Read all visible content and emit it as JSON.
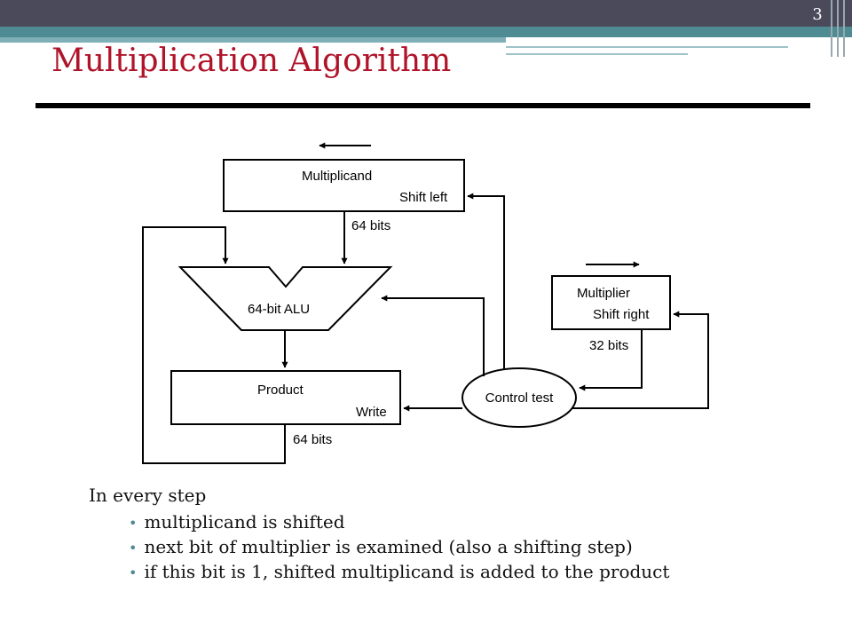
{
  "slide": {
    "number": "3",
    "title": "Multiplication Algorithm"
  },
  "diagram": {
    "multiplicand": {
      "name": "Multiplicand",
      "operation": "Shift left",
      "width_label": "64 bits"
    },
    "alu": {
      "name": "64-bit ALU"
    },
    "product": {
      "name": "Product",
      "operation": "Write",
      "width_label": "64 bits"
    },
    "multiplier": {
      "name": "Multiplier",
      "operation": "Shift right",
      "width_label": "32 bits"
    },
    "control": {
      "name": "Control test"
    }
  },
  "notes": {
    "lead": "In every step",
    "bullets": [
      "multiplicand is shifted",
      "next bit of multiplier is examined (also a shifting step)",
      "if this bit is 1, shifted multiplicand is added to the product"
    ]
  },
  "colors": {
    "title": "#b0142a",
    "header_dark": "#4a4a5a",
    "header_teal": "#4e8b93"
  }
}
